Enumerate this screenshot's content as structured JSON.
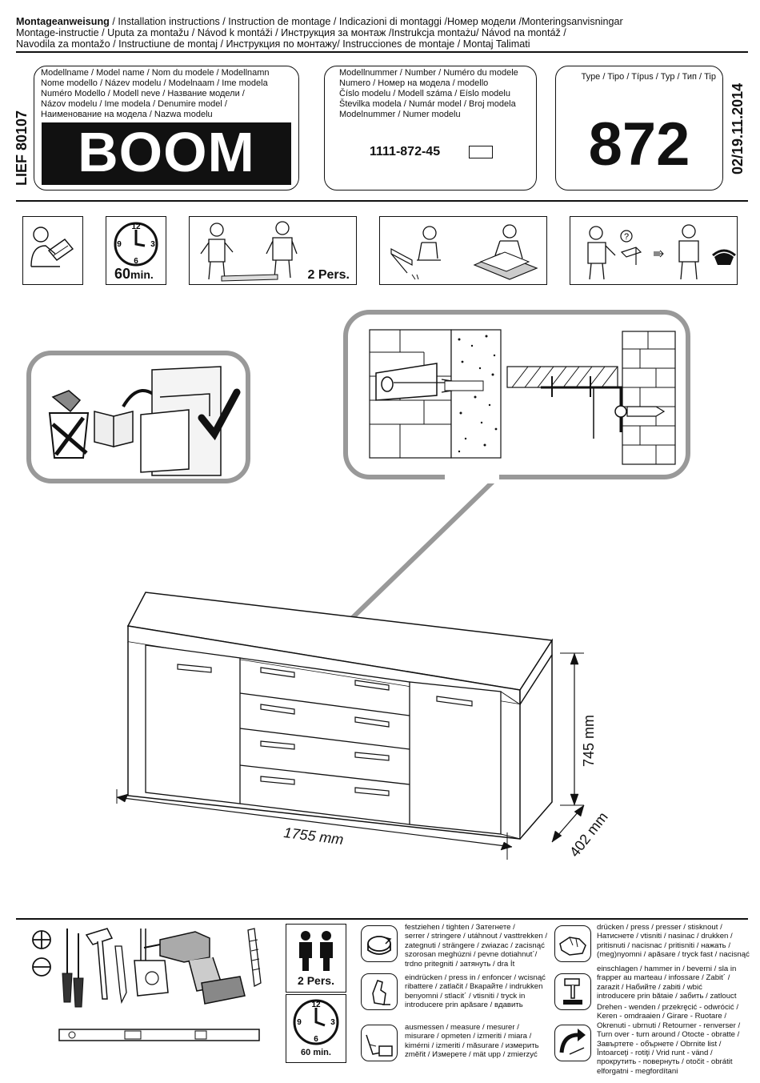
{
  "header": {
    "title_bold": "Montageanweisung",
    "title_rest": " / Installation instructions / Instruction de montage / Indicazioni di montaggi /Номер модели /Monteringsanvisningar",
    "line2": "Montage-instructie / Uputa za montažu / Návod k montáži / Инструкция за монтаж /Instrukcja montażu/ Návod na montáž /",
    "line3": "Navodila za montažo / Instructiune de montaj / Инструкция по монтажу/ Instrucciones de montaje / Montaj Talimati"
  },
  "side_code": "LIEF 80107",
  "date": "02/19.11.2014",
  "model_name": {
    "labels": [
      "Modellname / Model name / Nom du modele / Modellnamn",
      "Nome modello / Název modelu / Modelnaam / Ime modela",
      "Numéro Modello / Modell neve / Название модели /",
      "Názov modelu / Ime modela / Denumire model /",
      "Наименование на модела / Nazwa modelu"
    ],
    "value": "BOOM"
  },
  "model_number": {
    "labels": [
      "Modellnummer / Number / Numéro du modele",
      "Numero /  Номер на модела / modello",
      "Číslo modelu / Modell száma / Eíslo modelu",
      "Številka modela / Numár model / Broj modela",
      "Modelnummer / Numer modelu"
    ],
    "value": "1111-872-45"
  },
  "type": {
    "label": "Type / Tipo / Típus / Typ / Тип  / Tip",
    "value": "872"
  },
  "info_icons": {
    "time": "60",
    "time_unit": "min.",
    "persons": "2 Pers."
  },
  "dimensions": {
    "width": "1755 mm",
    "height": "745 mm",
    "depth": "402 mm"
  },
  "tools_panel": {
    "persons": "2 Pers.",
    "time": "60 min."
  },
  "legend": {
    "tighten": [
      "festziehen / tighten / Затегнете /",
      "serrer / stringere / utáhnout / vasttrekken /",
      "zategnuti / strängere / zwiazac / zacisnąć",
      "szorosan meghúzni / pevne dotiahnut´/",
      "trdno pritegniti / затянуть / dra İt"
    ],
    "press_in": [
      "eindrücken / press in / enfoncer / wcisnąć",
      "ribattere / zatlačit / Вкарайте / indrukken",
      "benyomni / stlacit´ / vtisniti / tryck in",
      "introducere prin apăsare / вдавить"
    ],
    "measure": [
      "ausmessen / measure / mesurer /",
      "misurare / opmeten / izmeriti / miara /",
      "kimérni / izmeriti / măsurare / измерить",
      "změřit / Измерете / mät upp / zmierzyć"
    ],
    "press": [
      "drücken / press / presser / stisknout /",
      "Натиснете / vtisniti / nasinac / drukken /",
      "pritisnuti / nacisnac / pritisniti / нажать /",
      "(meg)nyomni / apăsare / tryck fast / nacisnąć"
    ],
    "hammer": [
      "einschlagen / hammer in / beverni / sla in",
      "frapper au marteau / infossare / Zabit´ /",
      "zarazit / Набийте / zabiti / wbić",
      "introducere prin bătaie / забить / zatlouct"
    ],
    "turn": [
      "Drehen - wenden / przekręcić - odwrócić /",
      "Keren - omdraaien / Girare - Ruotare /",
      "Okrenuti - ubrnuti / Retourner - renverser /",
      "Turn over - turn around / Otocte - obratte /",
      "Завъртете - обърнете / Obrnite list /",
      "Întoarceţi - rotiţi / Vrid runt - vänd /",
      "прокрутить - повернуть / otočit - obrátit",
      "elforgatni - megfordítani"
    ]
  }
}
